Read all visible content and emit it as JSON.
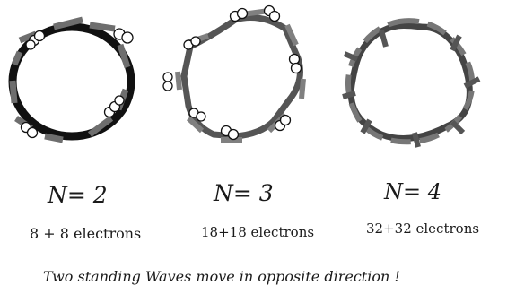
{
  "panels": [
    {
      "id": "n2",
      "label": "N= 2",
      "electrons": "8 + 8  electrons"
    },
    {
      "id": "n3",
      "label": "N= 3",
      "electrons": "18+18  electrons"
    },
    {
      "id": "n4",
      "label": "N= 4",
      "electrons": "32+32  electrons"
    }
  ],
  "caption": "Two  standing  Waves  move  in  opposite  direction !",
  "colors": {
    "ink": "#111111",
    "wave": "#6e6e6e",
    "electron": "#ffffff"
  }
}
